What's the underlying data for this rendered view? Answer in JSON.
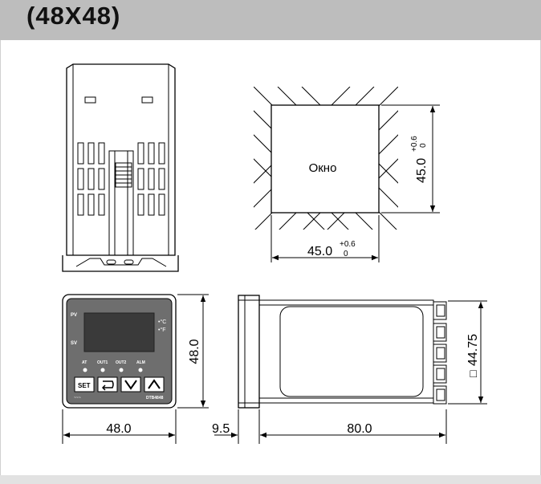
{
  "header": {
    "title": "(48X48)"
  },
  "cutout": {
    "label": "Окно",
    "width": {
      "value": "45.0",
      "tol_upper": "+0.6",
      "tol_lower": "0"
    },
    "height": {
      "value": "45.0",
      "tol_upper": "+0.6",
      "tol_lower": "0"
    }
  },
  "front": {
    "width": "48.0",
    "height": "48.0",
    "pv_label": "PV",
    "sv_label": "SV",
    "indicators": [
      "AT",
      "OUT1",
      "OUT2",
      "ALM"
    ],
    "buttons": {
      "set": "SET"
    },
    "model": "DTB4848"
  },
  "side": {
    "bezel_depth": "9.5",
    "body_depth": "80.0",
    "height": "44.75",
    "square_symbol": "□"
  }
}
